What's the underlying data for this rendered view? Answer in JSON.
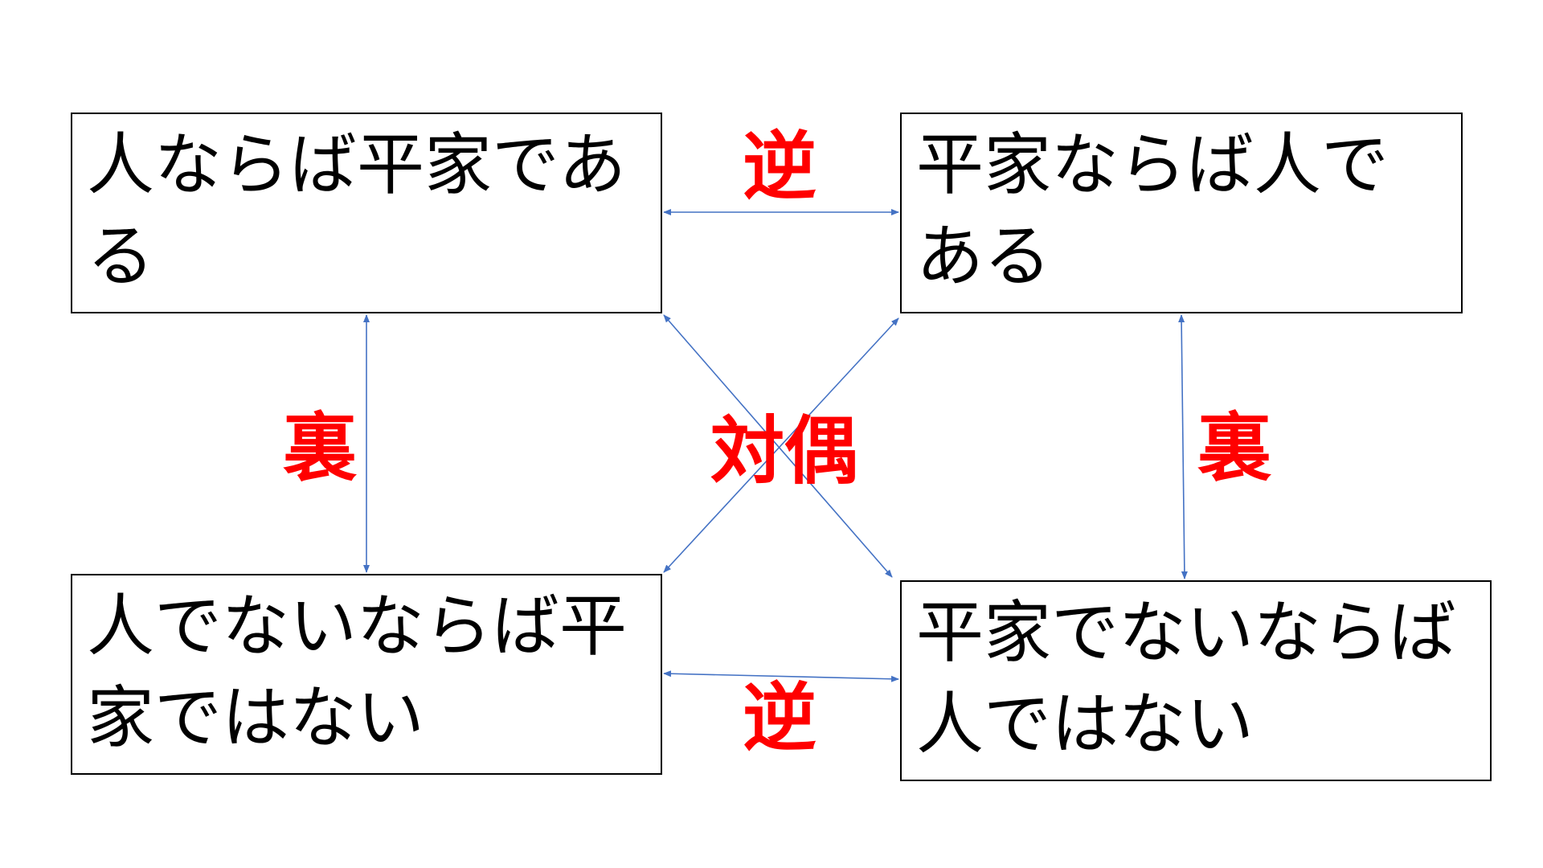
{
  "colors": {
    "relation_label": "#ff0000",
    "arrow": "#4472c4",
    "box_border": "#000000",
    "text": "#000000"
  },
  "statements": {
    "original": "人ならば平家である",
    "converse": "平家ならば人である",
    "inverse": "人でないならば平家ではない",
    "contrapositive": "平家でないならば人ではない"
  },
  "relations": {
    "converse_label": "逆",
    "inverse_label": "裏",
    "contrapositive_label": "対偶"
  }
}
